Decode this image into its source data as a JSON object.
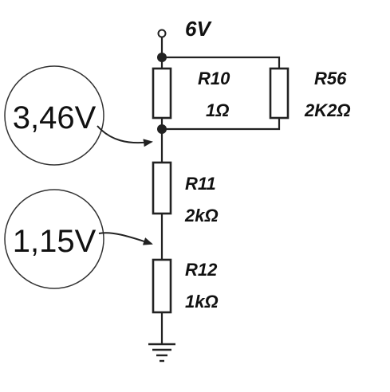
{
  "supply": {
    "label": "6V"
  },
  "resistors": [
    {
      "id": "R10",
      "name": "R10",
      "value": "1Ω"
    },
    {
      "id": "R56",
      "name": "R56",
      "value": "2K2Ω"
    },
    {
      "id": "R11",
      "name": "R11",
      "value": "2kΩ"
    },
    {
      "id": "R12",
      "name": "R12",
      "value": "1kΩ"
    }
  ],
  "probes": [
    {
      "id": "probe-top",
      "reading": "3,46V"
    },
    {
      "id": "probe-bottom",
      "reading": "1,15V"
    }
  ],
  "colors": {
    "ink": "#222222",
    "background": "#ffffff"
  },
  "icons": [
    "supply-terminal-icon",
    "ground-icon",
    "arrow-icon"
  ]
}
